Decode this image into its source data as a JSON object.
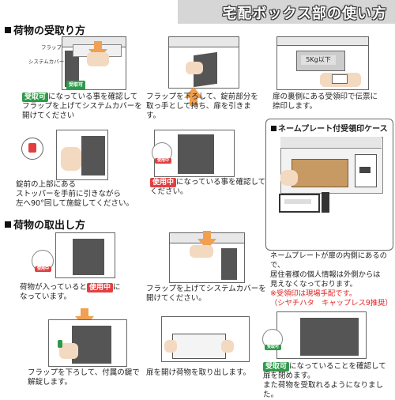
{
  "title": "宅配ボックス部の使い方",
  "sections": {
    "receive_title": "荷物の受取り方",
    "take_out_title": "荷物の取出し方"
  },
  "labels": {
    "flap": "フラップ",
    "system_cover": "システムカバー",
    "kg_limit": "5Kg以下",
    "badge_receivable": "受取可",
    "badge_in_use": "使用中"
  },
  "receive_steps": {
    "s1_a": "になっている事を確認して",
    "s1_b": "フラップを上げてシステムカバーを",
    "s1_c": "開けてください",
    "s2_a": "フラップを下ろして、錠前部分を",
    "s2_b": "取っ手として持ち、扉を引きます。",
    "s3_a": "扉の裏側にある受領印で伝票に",
    "s3_b": "捺印します。",
    "s4_a": "錠前の上部にある",
    "s4_b": "ストッパーを手前に引きながら",
    "s4_c": "左へ90°回して施錠してください。",
    "s5_a": "になっている事を確認して",
    "s5_b": "ください。"
  },
  "nameplate_box": {
    "title": "ネームプレート付受領印ケース",
    "body_1": "ネームプレートが扉の内側にあるので、",
    "body_2": "居住者様の個人情報は外側からは",
    "body_3": "見えなくなっております。",
    "note_1": "※受領印は現場手配です。",
    "note_2": "（シヤチハタ　キャップレス9推奨）"
  },
  "take_out_steps": {
    "t1_a": "荷物が入っていると",
    "t1_b": "に",
    "t1_c": "なっています。",
    "t2_a": "フラップを上げてシステムカバーを",
    "t2_b": "開けてください。",
    "t3_a": "フラップを下ろして、付属の鍵で",
    "t3_b": "解錠します。",
    "t4_a": "扉を開け荷物を取り出します。",
    "t5_a": "になっていることを確認して",
    "t5_b": "扉を閉めます。",
    "t5_c": "また荷物を受取れるようになりました。"
  },
  "colors": {
    "green_badge": "#2e9a4a",
    "red_badge": "#e04040",
    "arrow": "#f0a050",
    "note_red": "#e02020"
  }
}
